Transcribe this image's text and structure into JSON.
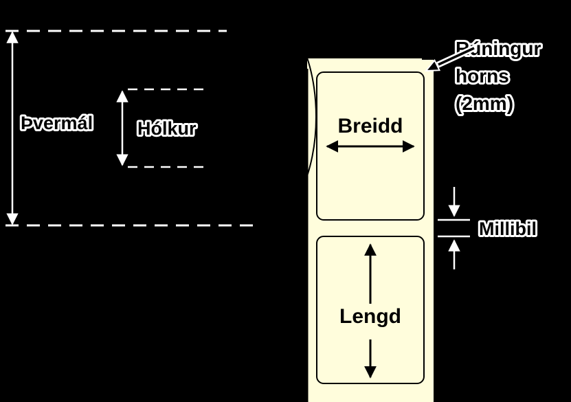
{
  "diagram": {
    "diameter_label": "Þvermál",
    "core_label": "Hólkur",
    "width_label": "Breidd",
    "length_label": "Lengd",
    "corner_note": {
      "line1": "Rúningur",
      "line2": "horns",
      "line3": "(2mm)"
    },
    "gap_label": "Millibil"
  },
  "colors": {
    "background": "#000000",
    "roll_body": "#FFFFFF",
    "roll_face": "#F2DFA0",
    "liner_strip": "#FFFDDC",
    "label_face": "#FFFFFF",
    "core_ring": "#FFF8D8"
  }
}
